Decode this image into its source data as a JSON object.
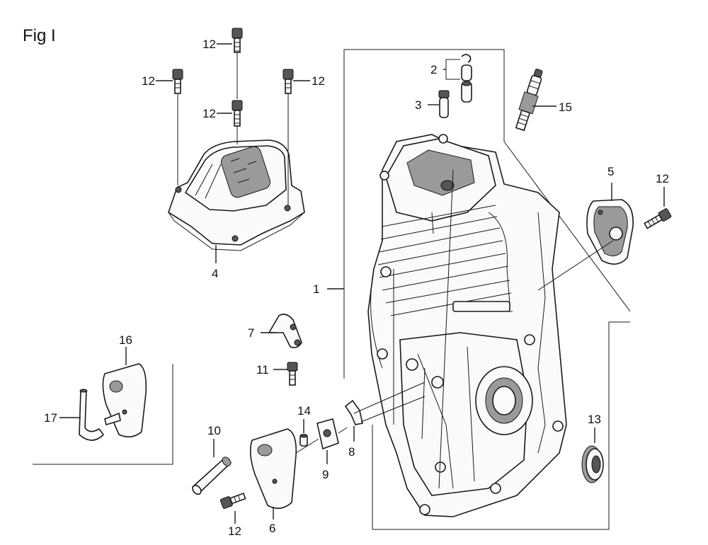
{
  "figure": {
    "title": "Fig I"
  },
  "callouts": {
    "c1": "1",
    "c2": "2",
    "c3": "3",
    "c4": "4",
    "c5": "5",
    "c6": "6",
    "c7": "7",
    "c8": "8",
    "c9": "9",
    "c10": "10",
    "c11": "11",
    "c12a": "12",
    "c12b": "12",
    "c12c": "12",
    "c12d": "12",
    "c12e": "12",
    "c12f": "12",
    "c13": "13",
    "c14": "14",
    "c15": "15",
    "c16": "16",
    "c17": "17"
  },
  "parts": [
    {
      "name": "cylinder-block",
      "callout": "1"
    },
    {
      "name": "valve-guide-seal-pair",
      "callout": "2"
    },
    {
      "name": "valve-guide",
      "callout": "3"
    },
    {
      "name": "head-cover",
      "callout": "4"
    },
    {
      "name": "side-plate",
      "callout": "5"
    },
    {
      "name": "intake-plate",
      "callout": "6"
    },
    {
      "name": "breather-tube-clip",
      "callout": "7"
    },
    {
      "name": "clip",
      "callout": "8"
    },
    {
      "name": "gasket",
      "callout": "9"
    },
    {
      "name": "tube",
      "callout": "10"
    },
    {
      "name": "bolt",
      "callout": "11"
    },
    {
      "name": "flange-bolt",
      "callout": "12"
    },
    {
      "name": "oil-seal",
      "callout": "13"
    },
    {
      "name": "dowel-pin",
      "callout": "14"
    },
    {
      "name": "spark-plug",
      "callout": "15"
    },
    {
      "name": "breather-cover",
      "callout": "16"
    },
    {
      "name": "breather-tube",
      "callout": "17"
    }
  ]
}
